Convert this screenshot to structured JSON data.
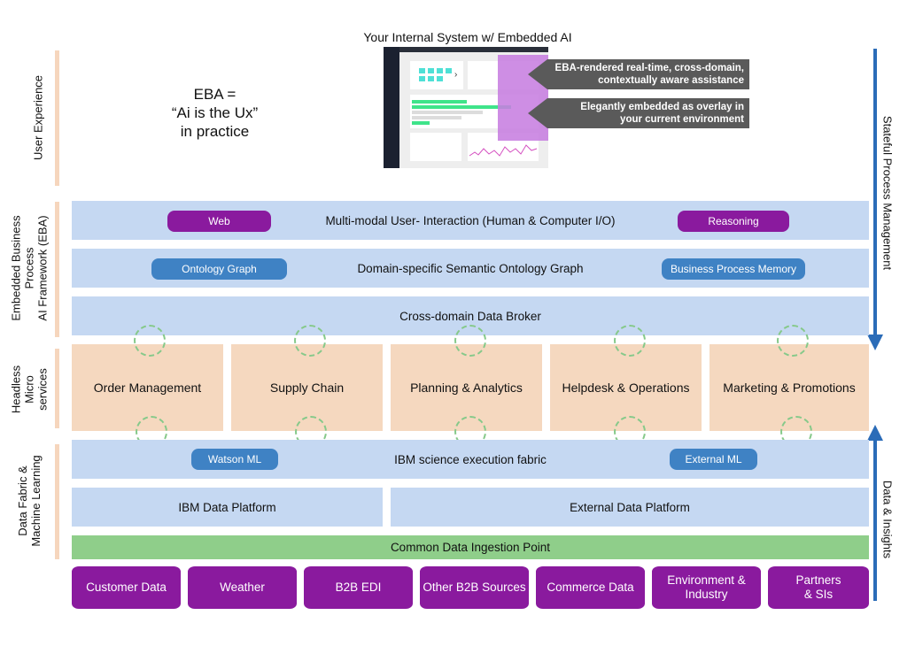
{
  "header": {
    "title": "Your Internal System w/ Embedded AI"
  },
  "tagline": {
    "text": "EBA =\n“Ai is the Ux”\nin practice"
  },
  "callouts": [
    "EBA-rendered real-time, cross-domain,\ncontextually aware assistance",
    "Elegantly embedded as overlay in\nyour current environment"
  ],
  "sections": {
    "user_experience": "User Experience",
    "eba": "Embedded Business\nProcess\nAI Framework (EBA)",
    "microservices": "Headless\nMicro\nservices",
    "data_fabric": "Data Fabric &\nMachine Learning"
  },
  "side_labels": {
    "stateful": "Stateful Process Management",
    "insights": "Data & Insights"
  },
  "layers": {
    "multimodal": {
      "label": "Multi-modal User- Interaction (Human & Computer I/O)",
      "left_pill": "Web",
      "right_pill": "Reasoning"
    },
    "ontology": {
      "label": "Domain-specific Semantic Ontology Graph",
      "left_pill": "Ontology Graph",
      "right_pill": "Business Process Memory"
    },
    "broker": {
      "label": "Cross-domain Data Broker"
    },
    "science": {
      "label": "IBM science execution fabric",
      "left_pill": "Watson ML",
      "right_pill": "External ML"
    },
    "ibm_platform": {
      "label": "IBM Data Platform"
    },
    "external_platform": {
      "label": "External Data Platform"
    },
    "ingestion": {
      "label": "Common Data Ingestion Point"
    }
  },
  "microservices": [
    "Order Management",
    "Supply Chain",
    "Planning & Analytics",
    "Helpdesk & Operations",
    "Marketing & Promotions"
  ],
  "data_sources": [
    "Customer Data",
    "Weather",
    "B2B EDI",
    "Other B2B Sources",
    "Commerce Data",
    "Environment &\nIndustry",
    "Partners\n& SIs"
  ],
  "colors": {
    "band_blue": "#c5d8f2",
    "micro_peach": "#f5d8bf",
    "ingestion_green": "#8fce8a",
    "source_purple": "#8a1a9e",
    "pill_blue": "#3f82c4",
    "arrow_blue": "#2b6cb8"
  }
}
